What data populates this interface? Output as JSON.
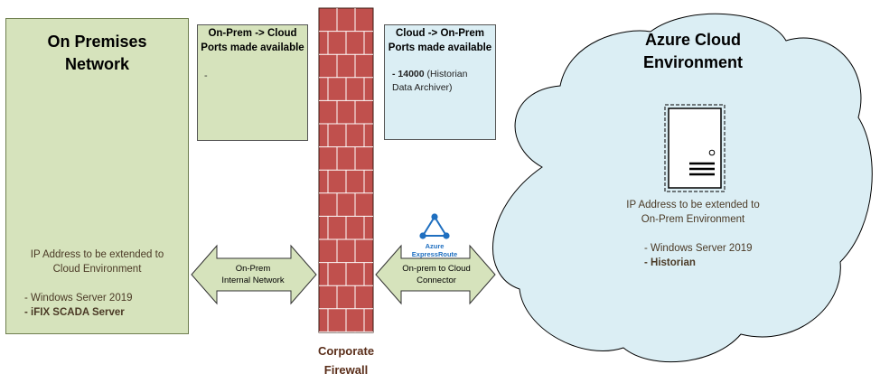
{
  "on_premises": {
    "title_line1": "On Premises",
    "title_line2": "Network",
    "ip_line1": "IP Address to be extended to",
    "ip_line2": "Cloud Environment",
    "os": "- Windows Server 2019",
    "role": "- iFIX SCADA Server",
    "icon": "desktop-computer-icon"
  },
  "outbound_ports": {
    "title_line1": "On-Prem -> Cloud",
    "title_line2": "Ports made available",
    "item": "-"
  },
  "inbound_ports": {
    "title_line1": "Cloud -> On-Prem",
    "title_line2": "Ports made available",
    "item_port": "- 14000",
    "item_desc1": " (Historian",
    "item_desc2": "Data Archiver)"
  },
  "firewall": {
    "label_line1": "Corporate",
    "label_line2": "Firewall",
    "color": "#c0504d"
  },
  "internal_network": {
    "label_line1": "On-Prem",
    "label_line2": "Internal Network"
  },
  "expressroute": {
    "name_line1": "Azure",
    "name_line2": "ExpressRoute",
    "label_line1": "On-prem to Cloud",
    "label_line2": "Connector",
    "icon": "azure-expressroute-icon"
  },
  "azure_cloud": {
    "title_line1": "Azure Cloud",
    "title_line2": "Environment",
    "ip_line1": "IP Address to be extended to",
    "ip_line2": "On-Prem Environment",
    "os": "- Windows Server 2019",
    "role": "- Historian",
    "icon": "server-icon",
    "fill": "#dbeef4"
  }
}
